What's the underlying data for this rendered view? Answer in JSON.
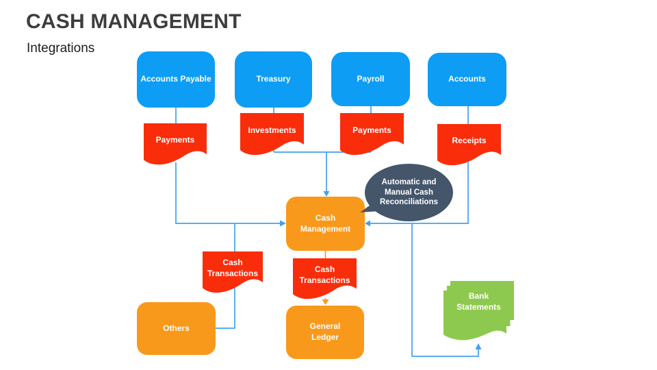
{
  "header": {
    "title": "CASH MANAGEMENT",
    "subtitle": "Integrations"
  },
  "colors": {
    "source_box": "#0d9df5",
    "document": "#fa2d0a",
    "process": "#f9991b",
    "callout": "#45566b",
    "bank": "#8ec94f",
    "connector": "#3ea2ef",
    "title": "#3d3d3d",
    "subtitle": "#1c1c1c",
    "node_text": "#ffffff",
    "background": "#ffffff"
  },
  "nodes": {
    "accountsPayable": "Accounts Payable",
    "treasury": "Treasury",
    "payroll": "Payroll",
    "accounts": "Accounts",
    "paymentsAp": "Payments",
    "investments": "Investments",
    "paymentsPayroll": "Payments",
    "receipts": "Receipts",
    "cashManagement": "Cash\nManagement",
    "reconciliationsCallout": "Automatic and\nManual Cash\nReconciliations",
    "cashTransactionsLeft": "Cash\nTransactions",
    "cashTransactionsCenter": "Cash\nTransactions",
    "others": "Others",
    "generalLedger": "General\nLedger",
    "bankStatements": "Bank\nStatements"
  },
  "flows": [
    {
      "from": "Accounts Payable",
      "via": "Payments",
      "to": "Cash Management"
    },
    {
      "from": "Treasury",
      "via": "Investments",
      "to": "Cash Management"
    },
    {
      "from": "Payroll",
      "via": "Payments",
      "to": "Cash Management"
    },
    {
      "from": "Accounts",
      "via": "Receipts",
      "to": "Cash Management"
    },
    {
      "from": "Others",
      "via": "Cash Transactions",
      "to": "Cash Management"
    },
    {
      "from": "Cash Management",
      "via": "Cash Transactions",
      "to": "General Ledger"
    },
    {
      "from": "Cash Management",
      "to": "Bank Statements"
    },
    {
      "callout": "Automatic and Manual Cash Reconciliations",
      "attached_to": "Cash Management"
    }
  ]
}
